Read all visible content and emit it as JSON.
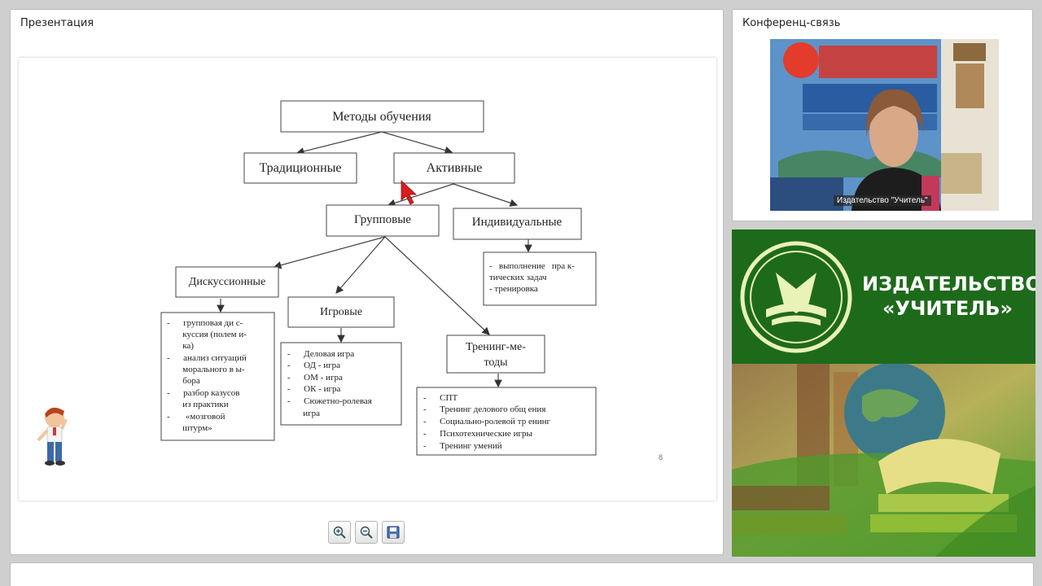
{
  "presentation": {
    "title": "Презентация",
    "page_number": "8",
    "diagram": {
      "root": "Методы обучения",
      "traditional": "Традиционные",
      "active": "Активные",
      "group": "Групповые",
      "individual": "Индивидуальные",
      "individual_items": [
        "-   выполнение   пра к-",
        "тических задач",
        "- тренировка"
      ],
      "discussion": "Дискуссионные",
      "discussion_items": [
        "-      групповая ди с-",
        "       куссия (полем и-",
        "       ка)",
        "-      анализ ситуаций",
        "       морального в ы-",
        "       бора",
        "-      разбор казусов",
        "       из практики",
        "-       «мозговой",
        "       штурм»"
      ],
      "games": "Игровые",
      "games_items": [
        "-      Деловая игра",
        "-      ОД - игра",
        "-      ОМ - игра",
        "-      ОК - игра",
        "-      Сюжетно-ролевая",
        "       игра"
      ],
      "training": [
        "Тренинг-ме-",
        "тоды"
      ],
      "training_items": [
        "-      СПТ",
        "-      Тренинг делового общ ения",
        "-      Социально-ролевой тр енинг",
        "-      Психотехнические игры",
        "-      Тренинг умений"
      ]
    }
  },
  "toolbar": {
    "zoom_in": "zoom-in-icon",
    "zoom_out": "zoom-out-icon",
    "save": "save-icon"
  },
  "conference": {
    "title": "Конференц-связь",
    "caption": "Издательство \"Учитель\""
  },
  "publisher_logo": {
    "line1": "ИЗДАТЕЛЬСТВО",
    "line2": "«УЧИТЕЛЬ»"
  },
  "colors": {
    "logo_green": "#1e6a1b",
    "accent_red": "#d81e1e"
  }
}
